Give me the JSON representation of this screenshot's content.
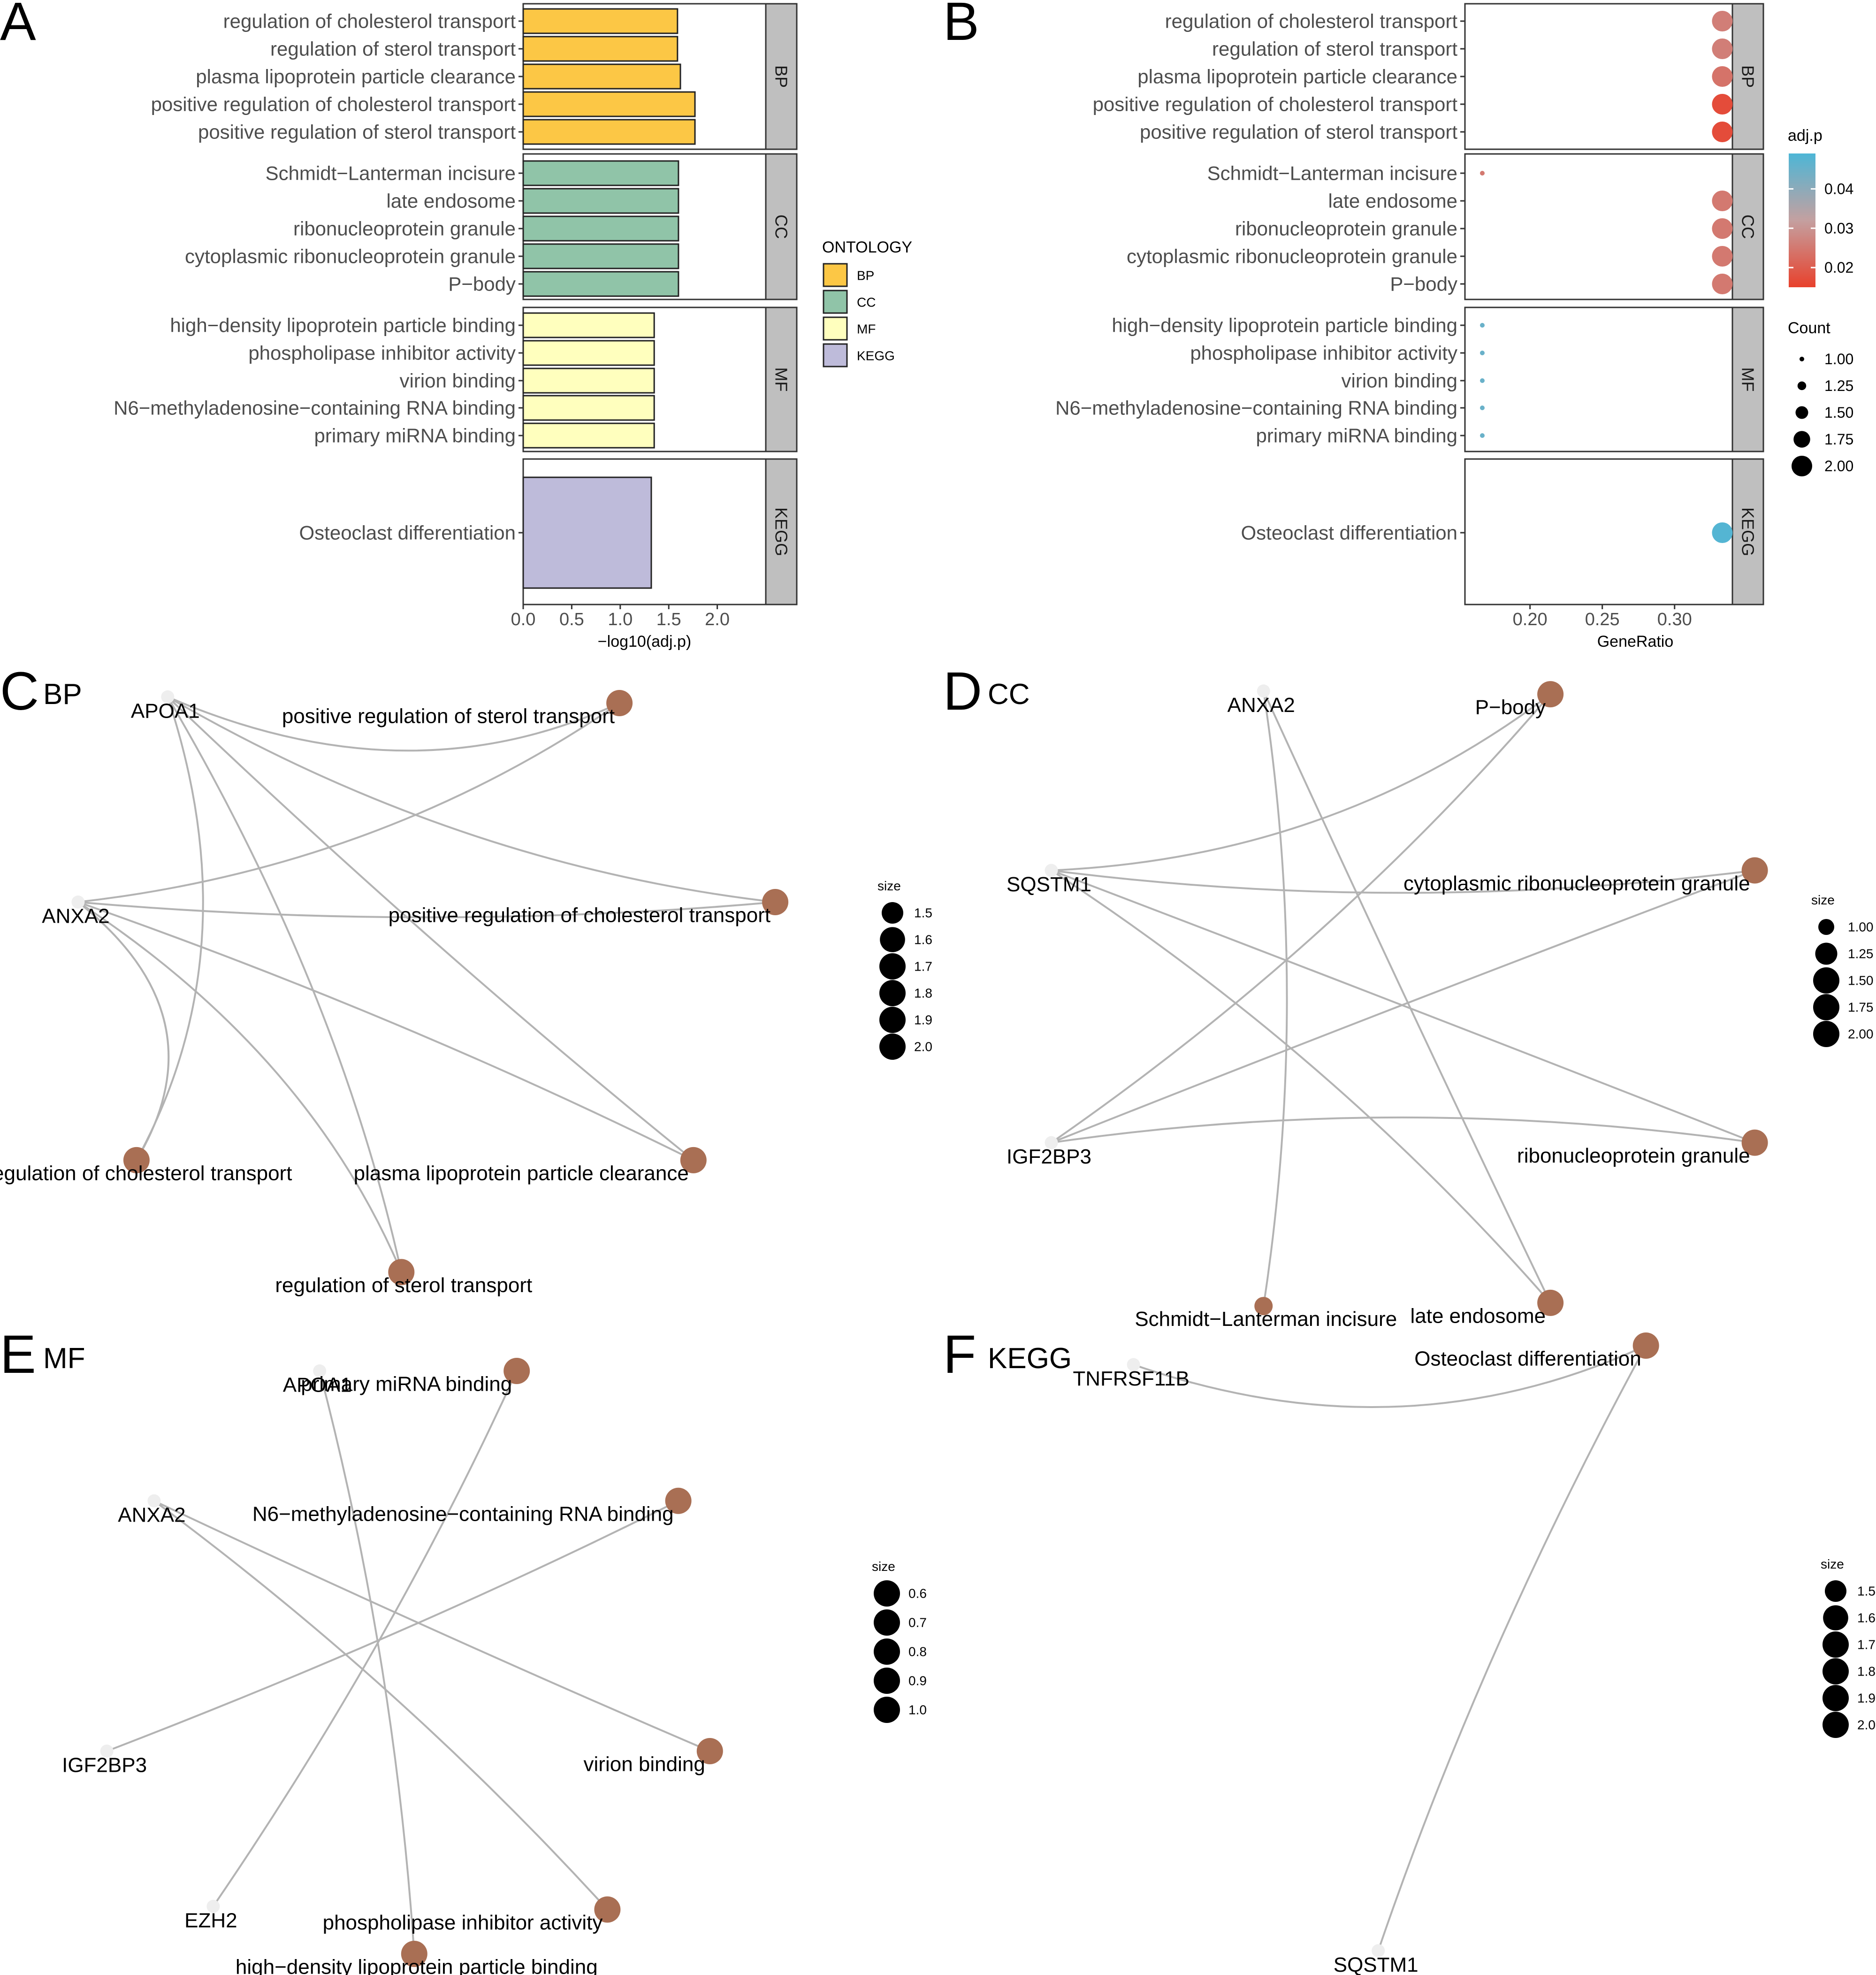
{
  "panels": {
    "A": {
      "letter": "A"
    },
    "B": {
      "letter": "B"
    },
    "C": {
      "letter": "C",
      "subtitle": "BP"
    },
    "D": {
      "letter": "D",
      "subtitle": "CC"
    },
    "E": {
      "letter": "E",
      "subtitle": "MF"
    },
    "F": {
      "letter": "F",
      "subtitle": "KEGG"
    }
  },
  "colors": {
    "BP": "#fcc745",
    "CC": "#90c4a8",
    "MF": "#ffffbe",
    "KEGG": "#bebbda",
    "strip": "#bfbfbf",
    "term_node": "#a96f54",
    "gene_node": "#eeeeee",
    "edge": "#b3b3b3",
    "adjp_low": "#e8412c",
    "adjp_high": "#4db6d6"
  },
  "chart_data": [
    {
      "id": "A",
      "type": "bar",
      "orientation": "horizontal",
      "xlabel": "−log10(adj.p)",
      "xlim": [
        0,
        2.5
      ],
      "xticks": [
        "0.0",
        "0.5",
        "1.0",
        "1.5",
        "2.0"
      ],
      "xtick_values": [
        0,
        0.5,
        1.0,
        1.5,
        2.0
      ],
      "facets": [
        {
          "name": "BP",
          "categories": [
            "regulation of cholesterol transport",
            "regulation of sterol transport",
            "plasma lipoprotein particle clearance",
            "positive regulation of cholesterol transport",
            "positive regulation of sterol transport"
          ],
          "values": [
            1.59,
            1.59,
            1.62,
            1.77,
            1.77
          ]
        },
        {
          "name": "CC",
          "categories": [
            "Schmidt−Lanterman incisure",
            "late endosome",
            "ribonucleoprotein granule",
            "cytoplasmic ribonucleoprotein granule",
            "P−body"
          ],
          "values": [
            1.6,
            1.6,
            1.6,
            1.6,
            1.6
          ]
        },
        {
          "name": "MF",
          "categories": [
            "high−density lipoprotein particle binding",
            "phospholipase inhibitor activity",
            "virion binding",
            "N6−methyladenosine−containing RNA binding",
            "primary miRNA binding"
          ],
          "values": [
            1.35,
            1.35,
            1.35,
            1.35,
            1.35
          ]
        },
        {
          "name": "KEGG",
          "categories": [
            "Osteoclast differentiation"
          ],
          "values": [
            1.32
          ]
        }
      ],
      "legend": {
        "title": "ONTOLOGY",
        "entries": [
          "BP",
          "CC",
          "MF",
          "KEGG"
        ],
        "position": "right"
      }
    },
    {
      "id": "B",
      "type": "scatter",
      "xlabel": "GeneRatio",
      "xlim": [
        0.155,
        0.34
      ],
      "xticks": [
        "0.20",
        "0.25",
        "0.30"
      ],
      "xtick_values": [
        0.2,
        0.25,
        0.3
      ],
      "facets": [
        {
          "name": "BP",
          "categories": [
            "regulation of cholesterol transport",
            "regulation of sterol transport",
            "plasma lipoprotein particle clearance",
            "positive regulation of cholesterol transport",
            "positive regulation of sterol transport"
          ],
          "x": [
            0.333,
            0.333,
            0.333,
            0.333,
            0.333
          ],
          "count": [
            2,
            2,
            2,
            2,
            2
          ],
          "adjp": [
            0.026,
            0.026,
            0.024,
            0.017,
            0.017
          ]
        },
        {
          "name": "CC",
          "categories": [
            "Schmidt−Lanterman incisure",
            "late endosome",
            "ribonucleoprotein granule",
            "cytoplasmic ribonucleoprotein granule",
            "P−body"
          ],
          "x": [
            0.167,
            0.333,
            0.333,
            0.333,
            0.333
          ],
          "count": [
            1,
            2,
            2,
            2,
            2
          ],
          "adjp": [
            0.025,
            0.025,
            0.025,
            0.025,
            0.025
          ]
        },
        {
          "name": "MF",
          "categories": [
            "high−density lipoprotein particle binding",
            "phospholipase inhibitor activity",
            "virion binding",
            "N6−methyladenosine−containing RNA binding",
            "primary miRNA binding"
          ],
          "x": [
            0.167,
            0.167,
            0.167,
            0.167,
            0.167
          ],
          "count": [
            1,
            1,
            1,
            1,
            1
          ],
          "adjp": [
            0.045,
            0.045,
            0.045,
            0.045,
            0.045
          ]
        },
        {
          "name": "KEGG",
          "categories": [
            "Osteoclast differentiation"
          ],
          "x": [
            0.333
          ],
          "count": [
            2
          ],
          "adjp": [
            0.048
          ]
        }
      ],
      "legend_color": {
        "title": "adj.p",
        "ticks": [
          "0.04",
          "0.03",
          "0.02"
        ],
        "tick_values": [
          0.04,
          0.03,
          0.02
        ],
        "range": [
          0.015,
          0.049
        ]
      },
      "legend_size": {
        "title": "Count",
        "labels": [
          "1.00",
          "1.25",
          "1.50",
          "1.75",
          "2.00"
        ],
        "values": [
          1.0,
          1.25,
          1.5,
          1.75,
          2.0
        ]
      }
    },
    {
      "id": "C",
      "type": "network",
      "genes": [
        {
          "id": "APOA1",
          "label": "APOA1",
          "x": 0.155,
          "y": 0.03
        },
        {
          "id": "ANXA2",
          "label": "ANXA2",
          "x": 0.04,
          "y": 0.36
        }
      ],
      "terms": [
        {
          "id": "psts",
          "label": "positive regulation of sterol transport",
          "x": 0.735,
          "y": 0.04,
          "size": 2
        },
        {
          "id": "pcts",
          "label": "positive regulation of cholesterol transport",
          "x": 0.935,
          "y": 0.36,
          "size": 2
        },
        {
          "id": "pcl",
          "label": "plasma lipoprotein particle clearance",
          "x": 0.83,
          "y": 0.775,
          "size": 2
        },
        {
          "id": "rct",
          "label": "regulation of cholesterol transport",
          "x": 0.115,
          "y": 0.775,
          "size": 2
        },
        {
          "id": "rst",
          "label": "regulation of sterol transport",
          "x": 0.455,
          "y": 0.955,
          "size": 2
        }
      ],
      "edges": [
        [
          "APOA1",
          "psts"
        ],
        [
          "APOA1",
          "pcts"
        ],
        [
          "APOA1",
          "pcl"
        ],
        [
          "APOA1",
          "rct"
        ],
        [
          "APOA1",
          "rst"
        ],
        [
          "ANXA2",
          "psts"
        ],
        [
          "ANXA2",
          "pcts"
        ],
        [
          "ANXA2",
          "pcl"
        ],
        [
          "ANXA2",
          "rct"
        ],
        [
          "ANXA2",
          "rst"
        ]
      ],
      "legend": {
        "title": "size",
        "labels": [
          "1.5",
          "1.6",
          "1.7",
          "1.8",
          "1.9",
          "2.0"
        ],
        "values": [
          1.5,
          1.6,
          1.7,
          1.8,
          1.9,
          2.0
        ]
      }
    },
    {
      "id": "D",
      "type": "network",
      "genes": [
        {
          "id": "ANXA2",
          "label": "ANXA2",
          "x": 0.33,
          "y": 0.02
        },
        {
          "id": "SQSTM1",
          "label": "SQSTM1",
          "x": 0.06,
          "y": 0.3
        },
        {
          "id": "IGF2BP3",
          "label": "IGF2BP3",
          "x": 0.06,
          "y": 0.725
        }
      ],
      "terms": [
        {
          "id": "pbody",
          "label": "P−body",
          "x": 0.695,
          "y": 0.025,
          "size": 2
        },
        {
          "id": "crg",
          "label": "cytoplasmic ribonucleoprotein granule",
          "x": 0.955,
          "y": 0.3,
          "size": 2
        },
        {
          "id": "rg",
          "label": "ribonucleoprotein granule",
          "x": 0.955,
          "y": 0.725,
          "size": 2
        },
        {
          "id": "le",
          "label": "late endosome",
          "x": 0.695,
          "y": 0.975,
          "size": 2
        },
        {
          "id": "sli",
          "label": "Schmidt−Lanterman incisure",
          "x": 0.33,
          "y": 0.98,
          "size": 1
        }
      ],
      "edges": [
        [
          "ANXA2",
          "le"
        ],
        [
          "ANXA2",
          "sli"
        ],
        [
          "SQSTM1",
          "pbody"
        ],
        [
          "SQSTM1",
          "crg"
        ],
        [
          "SQSTM1",
          "rg"
        ],
        [
          "SQSTM1",
          "le"
        ],
        [
          "IGF2BP3",
          "pbody"
        ],
        [
          "IGF2BP3",
          "crg"
        ],
        [
          "IGF2BP3",
          "rg"
        ]
      ],
      "legend": {
        "title": "size",
        "labels": [
          "1.00",
          "1.25",
          "1.50",
          "1.75",
          "2.00"
        ],
        "values": [
          1.0,
          1.25,
          1.5,
          1.75,
          2.0
        ]
      }
    },
    {
      "id": "E",
      "type": "network",
      "genes": [
        {
          "id": "APOA1",
          "label": "APOA1",
          "x": 0.34,
          "y": 0.06
        },
        {
          "id": "ANXA2",
          "label": "ANXA2",
          "x": 0.13,
          "y": 0.265
        },
        {
          "id": "IGF2BP3",
          "label": "IGF2BP3",
          "x": 0.07,
          "y": 0.66
        },
        {
          "id": "EZH2",
          "label": "EZH2",
          "x": 0.205,
          "y": 0.905
        }
      ],
      "terms": [
        {
          "id": "pmb",
          "label": "primary miRNA binding",
          "x": 0.59,
          "y": 0.06,
          "size": 1
        },
        {
          "id": "n6",
          "label": "N6−methyladenosine−containing RNA binding",
          "x": 0.795,
          "y": 0.265,
          "size": 1
        },
        {
          "id": "vb",
          "label": "virion binding",
          "x": 0.835,
          "y": 0.66,
          "size": 1
        },
        {
          "id": "pia",
          "label": "phospholipase inhibitor activity",
          "x": 0.705,
          "y": 0.91,
          "size": 1
        },
        {
          "id": "hdl",
          "label": "high−density lipoprotein particle binding",
          "x": 0.46,
          "y": 0.98,
          "size": 1
        }
      ],
      "edges": [
        [
          "APOA1",
          "hdl"
        ],
        [
          "ANXA2",
          "vb"
        ],
        [
          "ANXA2",
          "pia"
        ],
        [
          "IGF2BP3",
          "n6"
        ],
        [
          "EZH2",
          "pmb"
        ]
      ],
      "legend": {
        "title": "size",
        "labels": [
          "0.6",
          "0.7",
          "0.8",
          "0.9",
          "1.0"
        ],
        "values": [
          0.6,
          0.7,
          0.8,
          0.9,
          1.0
        ]
      }
    },
    {
      "id": "F",
      "type": "network",
      "genes": [
        {
          "id": "TNFRSF11B",
          "label": "TNFRSF11B",
          "x": 0.12,
          "y": 0.05
        },
        {
          "id": "SQSTM1",
          "label": "SQSTM1",
          "x": 0.44,
          "y": 0.975
        }
      ],
      "terms": [
        {
          "id": "od",
          "label": "Osteoclast differentiation",
          "x": 0.79,
          "y": 0.02,
          "size": 2
        }
      ],
      "edges": [
        [
          "TNFRSF11B",
          "od"
        ],
        [
          "SQSTM1",
          "od"
        ]
      ],
      "legend": {
        "title": "size",
        "labels": [
          "1.5",
          "1.6",
          "1.7",
          "1.8",
          "1.9",
          "2.0"
        ],
        "values": [
          1.5,
          1.6,
          1.7,
          1.8,
          1.9,
          2.0
        ]
      }
    }
  ]
}
